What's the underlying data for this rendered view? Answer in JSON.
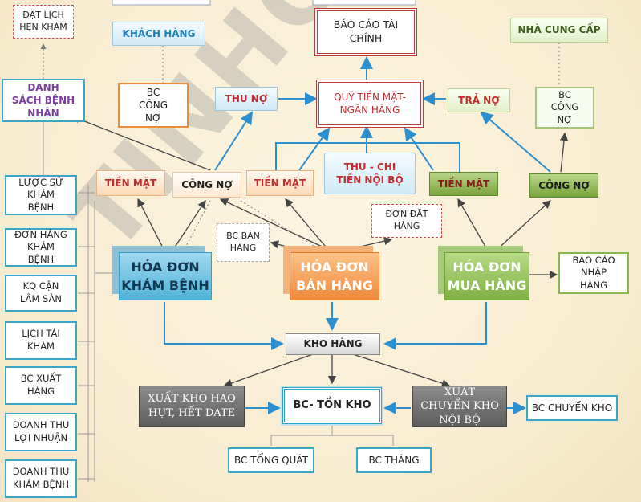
{
  "watermark": "TINHOCUT",
  "nodes": {
    "dat_lich": "ĐẶT LỊCH HẸN KHÁM",
    "khach_hang": "KHÁCH HÀNG",
    "bao_cao_tai_chinh": "BÁO CÁO TÀI CHÍNH",
    "nha_cung_cap": "NHÀ CUNG CẤP",
    "danh_sach_benh_nhan": "DANH SÁCH BỆNH NHÂN",
    "bc_cong_no_left": "BC CÔNG NỢ",
    "thu_no": "THU NỢ",
    "quy_tien_mat": "QUỸ TIỀN MẶT- NGÂN HÀNG",
    "tra_no": "TRẢ NỢ",
    "bc_cong_no_right": "BC CÔNG NỢ",
    "tien_mat_1": "TIỀN MẶT",
    "cong_no_1": "CÔNG NỢ",
    "tien_mat_2": "TIỀN MẶT",
    "thu_chi_noi_bo": "THU - CHI TIỀN NỘI BỘ",
    "tien_mat_3": "TIỀN MẶT",
    "cong_no_2": "CÔNG NỢ",
    "bc_ban_hang": "BC BÁN HÀNG",
    "don_dat_hang": "ĐƠN ĐẶT HÀNG",
    "hoa_don_kham_benh": "HÓA ĐƠN KHÁM BỆNH",
    "hoa_don_ban_hang": "HÓA ĐƠN BÁN HÀNG",
    "hoa_don_mua_hang": "HÓA ĐƠN MUA HÀNG",
    "bao_cao_nhap_hang": "BÁO CÁO NHẬP HÀNG",
    "kho_hang": "KHO HÀNG",
    "xuat_kho_hao_hut": "XUẤT KHO HAO HỤT, HẾT DATE",
    "bc_ton_kho": "BC- TỒN KHO",
    "xuat_chuyen_kho": "XUẤT CHUYỂN KHO NỘI BỘ",
    "bc_chuyen_kho": "BC CHUYỂN KHO",
    "bc_tong_quat": "BC TỔNG QUÁT",
    "bc_thang": "BC THÁNG"
  },
  "left_column": [
    "LƯỢC SỬ KHÁM BỆNH",
    "ĐƠN HÀNG KHÁM BỆNH",
    "KQ CẬN LÂM SÀN",
    "LỊCH TÁI KHÁM",
    "BC XUẤT HÀNG",
    "DOANH THU LỢI NHUẬN",
    "DOANH THU KHÁM BỆNH"
  ],
  "colors": {
    "arrow_blue": "#2b8fd0",
    "arrow_dark": "#444444",
    "dotted": "#777777"
  }
}
